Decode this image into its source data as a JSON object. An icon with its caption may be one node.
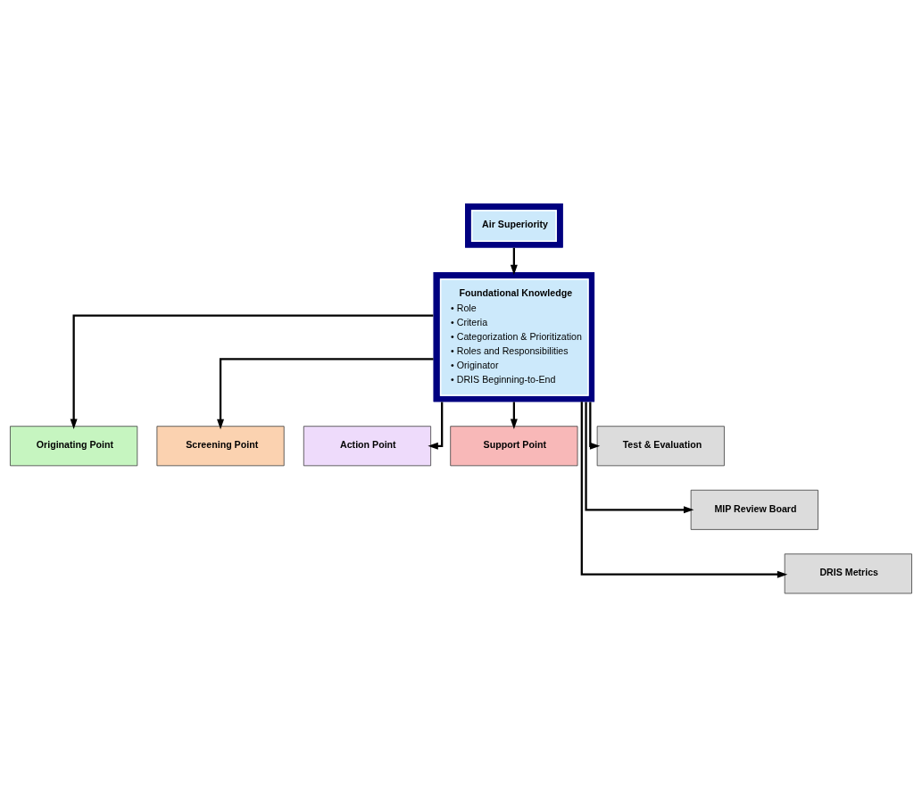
{
  "diagram": {
    "nodes": [
      {
        "text": [
          "Air Superiority"
        ]
      },
      {
        "text": [
          "Foundational Knowledge",
          "• Role",
          "• Criteria",
          "• Categorization & Prioritization",
          "• Roles and Responsibilities",
          "• Originator",
          "• DRIS Beginning-to-End"
        ]
      },
      {
        "text": [
          "Originating Point"
        ]
      },
      {
        "text": [
          "Screening Point"
        ]
      },
      {
        "text": [
          "Action Point"
        ]
      },
      {
        "text": [
          "Support Point"
        ]
      },
      {
        "text": [
          "Test & Evaluation"
        ]
      },
      {
        "text": [
          "MIP Review Board"
        ]
      },
      {
        "text": [
          "DRIS Metrics"
        ]
      }
    ],
    "edges": [
      {
        "from": 0,
        "to": 1,
        "arrow": "to"
      },
      {
        "from": 1,
        "to": 2,
        "arrow": "to"
      },
      {
        "from": 1,
        "to": 3,
        "arrow": "to"
      },
      {
        "from": 1,
        "to": 4,
        "arrow": "to"
      },
      {
        "from": 1,
        "to": 5,
        "arrow": "to"
      },
      {
        "from": 1,
        "to": 6,
        "arrow": "to"
      },
      {
        "from": 1,
        "to": 7,
        "arrow": "to"
      },
      {
        "from": 1,
        "to": 8,
        "arrow": "to"
      }
    ]
  }
}
